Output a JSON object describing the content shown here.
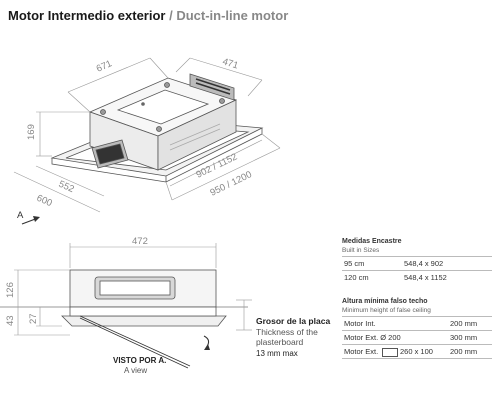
{
  "title": {
    "main": "Motor Intermedio exterior",
    "sep": " / ",
    "sub": "Duct-in-line motor"
  },
  "iso": {
    "d671": "671",
    "d471": "471",
    "d169": "169",
    "d552": "552",
    "d600": "600",
    "d902_1152": "902 / 1152",
    "d950_1200": "950 / 1200",
    "arrow_a": "A"
  },
  "front": {
    "d472": "472",
    "d126": "126",
    "d43": "43",
    "d27": "27",
    "view_es": "VISTO POR A.",
    "view_en": "A view"
  },
  "plaster": {
    "es": "Grosor de la placa",
    "en1": "Thickness of the",
    "en2": "plasterboard",
    "max": "13 mm max"
  },
  "sizes": {
    "header_es": "Medidas Encastre",
    "header_en": "Built in Sizes",
    "rows": [
      {
        "size": "95 cm",
        "value": "548,4 x 902"
      },
      {
        "size": "120 cm",
        "value": "548,4 x 1152"
      }
    ]
  },
  "ceiling": {
    "header_es": "Altura mínima falso techo",
    "header_en": "Minimum height of false ceiling",
    "rows": [
      {
        "label": "Motor Int.",
        "value": "200 mm"
      },
      {
        "label": "Motor Ext. Ø 200",
        "value": "300 mm"
      },
      {
        "label": "Motor Ext.",
        "box": "260 x 100",
        "value": "200 mm"
      }
    ]
  }
}
